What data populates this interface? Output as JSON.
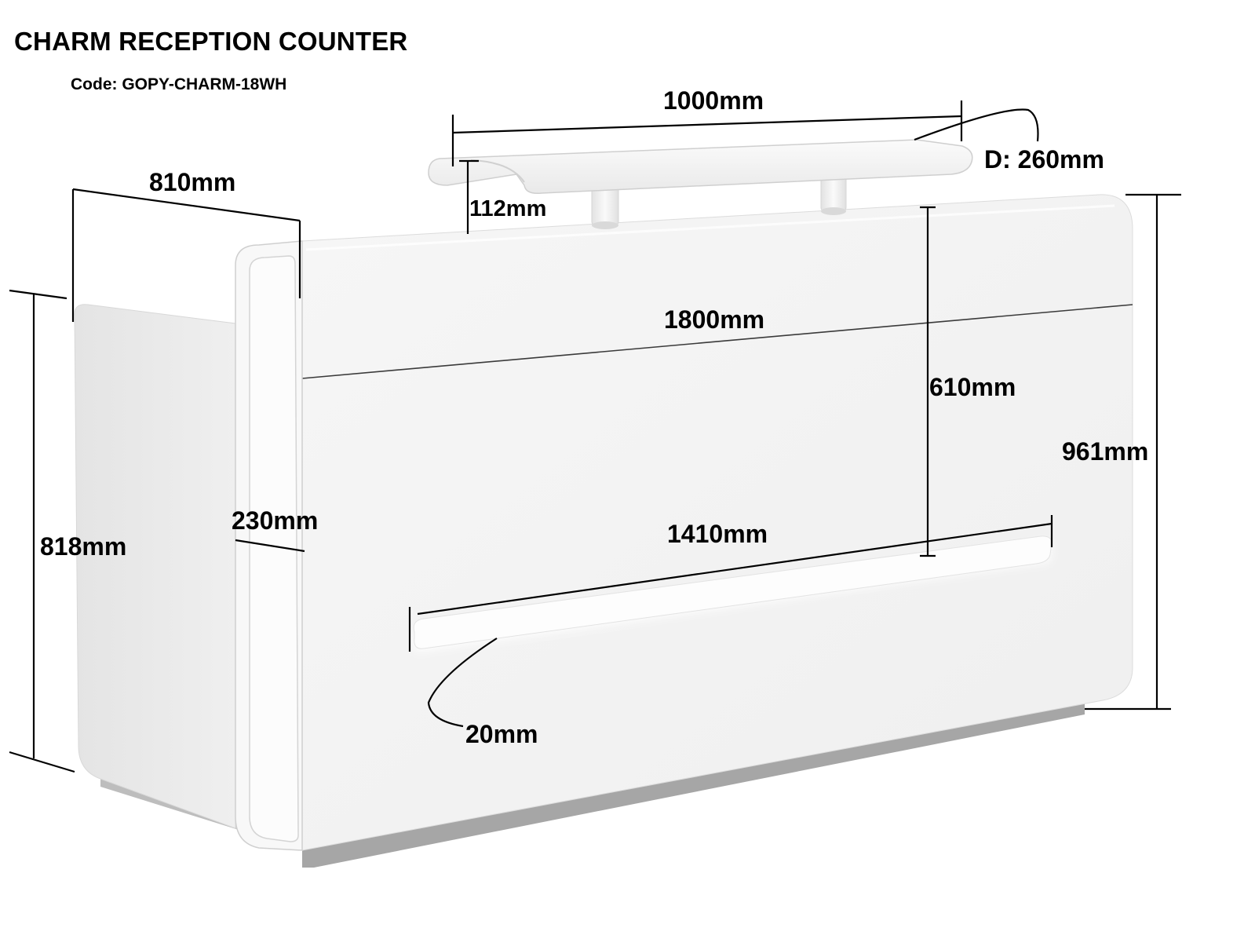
{
  "header": {
    "title": "CHARM RECEPTION COUNTER",
    "code": "Code: GOPY-CHARM-18WH"
  },
  "dimensions": {
    "top_shelf_length": "1000mm",
    "top_shelf_depth": "D: 260mm",
    "shelf_height": "112mm",
    "side_depth": "810mm",
    "front_width": "1800mm",
    "front_upper_height": "610mm",
    "total_height": "961mm",
    "side_height": "818mm",
    "side_panel_width": "230mm",
    "light_strip_length": "1410mm",
    "light_strip_height": "20mm"
  },
  "colors": {
    "panel_face": "#f4f4f4",
    "panel_side": "#e6e6e6",
    "base_shadow": "#9a9a9a",
    "dimension_line": "#000000"
  }
}
